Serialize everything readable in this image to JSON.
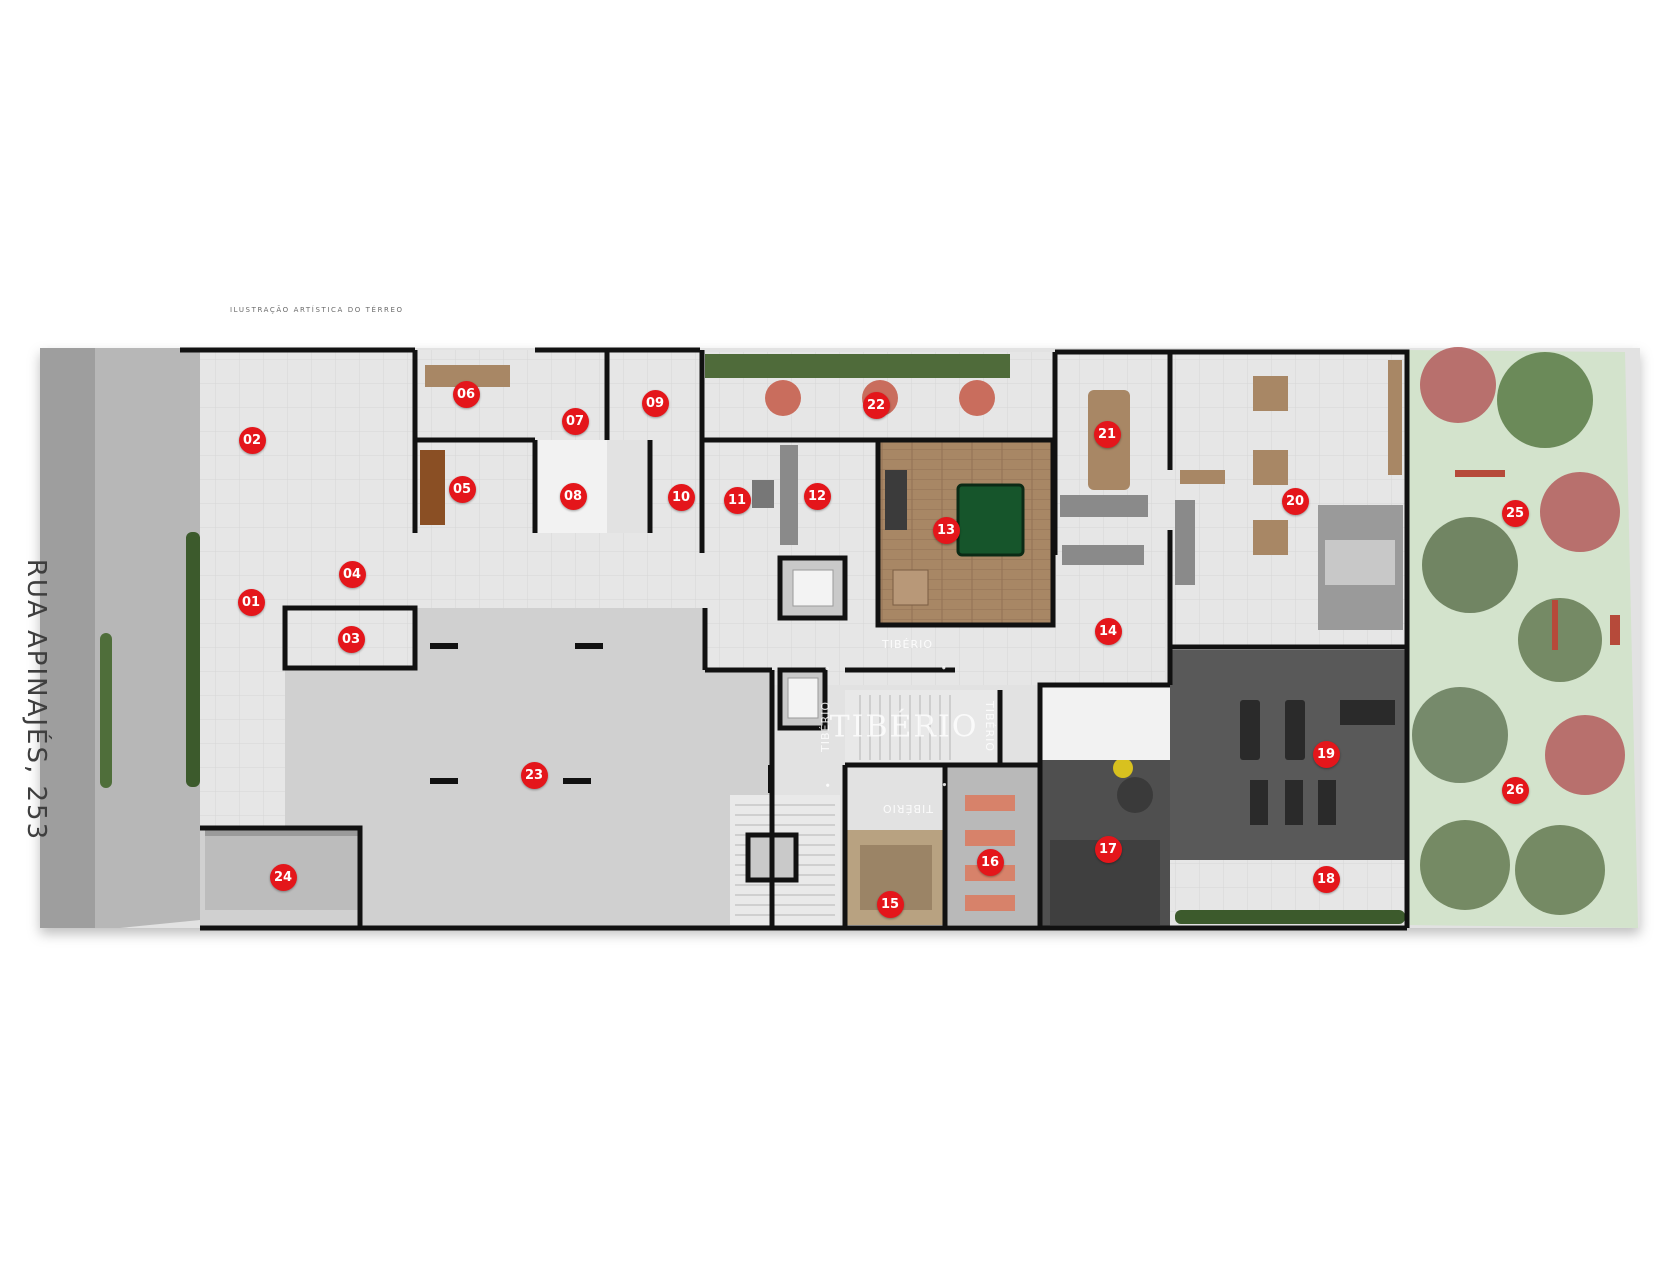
{
  "caption": "ILUSTRAÇÃO ARTÍSTICA DO TÉRREO",
  "street_label": "RUA APINAJÉS, 253",
  "brand": "TIBÉRIO",
  "watermark_ring": [
    "TIBÉRIO",
    "•",
    "TIBÉRIO",
    "•",
    "TIBÉRIO",
    "•",
    "TIBÉRIO",
    "•"
  ],
  "colors": {
    "marker": "#e4161b",
    "wall": "#111111",
    "floor_tile": "#e5e5e5",
    "garage": "#d2d2d2",
    "street": "#a9a9a9",
    "garden": "#cfe0c7",
    "gym_floor": "#555555",
    "wood": "#a88765"
  },
  "markers": [
    "01",
    "02",
    "03",
    "04",
    "05",
    "06",
    "07",
    "08",
    "09",
    "10",
    "11",
    "12",
    "13",
    "14",
    "15",
    "16",
    "17",
    "18",
    "19",
    "20",
    "21",
    "22",
    "23",
    "24",
    "25",
    "26"
  ]
}
